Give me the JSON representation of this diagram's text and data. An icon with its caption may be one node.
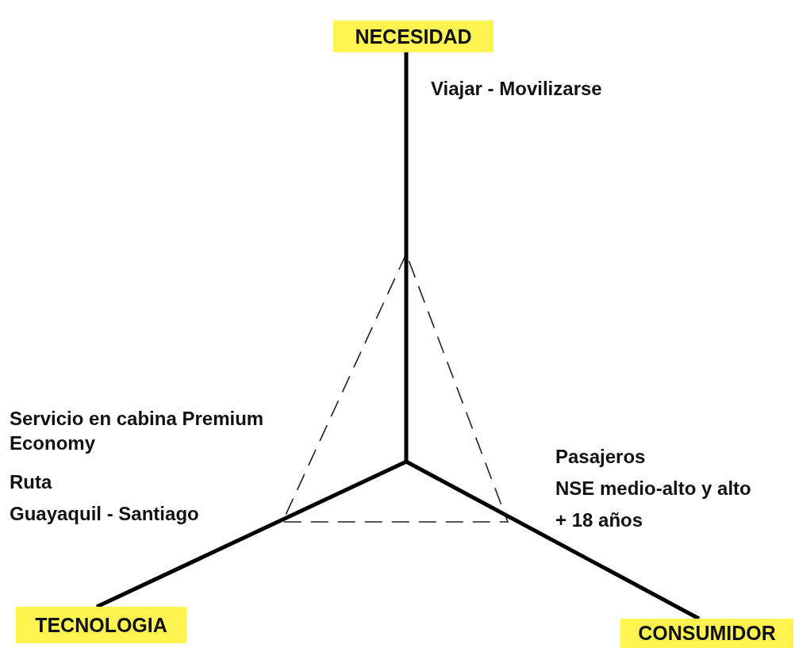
{
  "diagram": {
    "nodes": [
      {
        "text": [
          "NECESIDAD"
        ]
      },
      {
        "text": [
          "TECNOLOGIA"
        ]
      },
      {
        "text": [
          "CONSUMIDOR"
        ]
      },
      {
        "text": [],
        "shape": "triangle"
      }
    ],
    "edges": [
      {
        "from": 3,
        "to": 0,
        "arrow": "none"
      },
      {
        "from": 3,
        "to": 1,
        "arrow": "none"
      },
      {
        "from": 3,
        "to": 2,
        "arrow": "none"
      }
    ],
    "labels": [
      "Viajar - Movilizarse",
      "Servicio en cabina Premium Economy",
      "Ruta",
      "Guayaquil - Santiago",
      "Pasajeros",
      "NSE medio-alto y alto",
      "+ 18 años"
    ]
  }
}
